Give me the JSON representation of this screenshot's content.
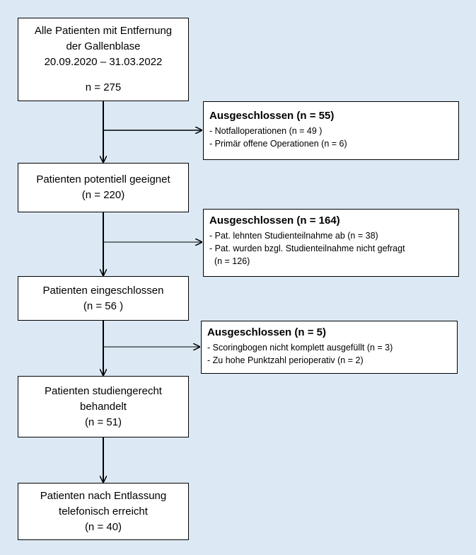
{
  "flow": {
    "box1": {
      "lines": [
        "Alle Patienten mit Entfernung",
        "der Gallenblase",
        "20.09.2020 – 31.03.2022"
      ],
      "n": "n = 275"
    },
    "excl1": {
      "title": "Ausgeschlossen (n = 55)",
      "items": [
        "- Notfalloperationen (n = 49 )",
        "- Primär offene Operationen (n = 6)"
      ]
    },
    "box2": {
      "lines": [
        "Patienten potentiell geeignet",
        "(n = 220)"
      ]
    },
    "excl2": {
      "title": "Ausgeschlossen (n = 164)",
      "items": [
        "- Pat. lehnten Studienteilnahme ab (n = 38)",
        "- Pat. wurden bzgl. Studienteilnahme nicht gefragt",
        "  (n = 126)"
      ]
    },
    "box3": {
      "lines": [
        "Patienten eingeschlossen",
        "(n = 56 )"
      ]
    },
    "excl3": {
      "title": "Ausgeschlossen (n = 5)",
      "items": [
        "- Scoringbogen nicht komplett ausgefüllt (n = 3)",
        "- Zu hohe Punktzahl perioperativ (n = 2)"
      ]
    },
    "box4": {
      "lines": [
        "Patienten studiengerecht",
        "behandelt",
        "(n = 51)"
      ]
    },
    "box5": {
      "lines": [
        "Patienten nach Entlassung",
        "telefonisch erreicht",
        "(n = 40)"
      ]
    }
  }
}
